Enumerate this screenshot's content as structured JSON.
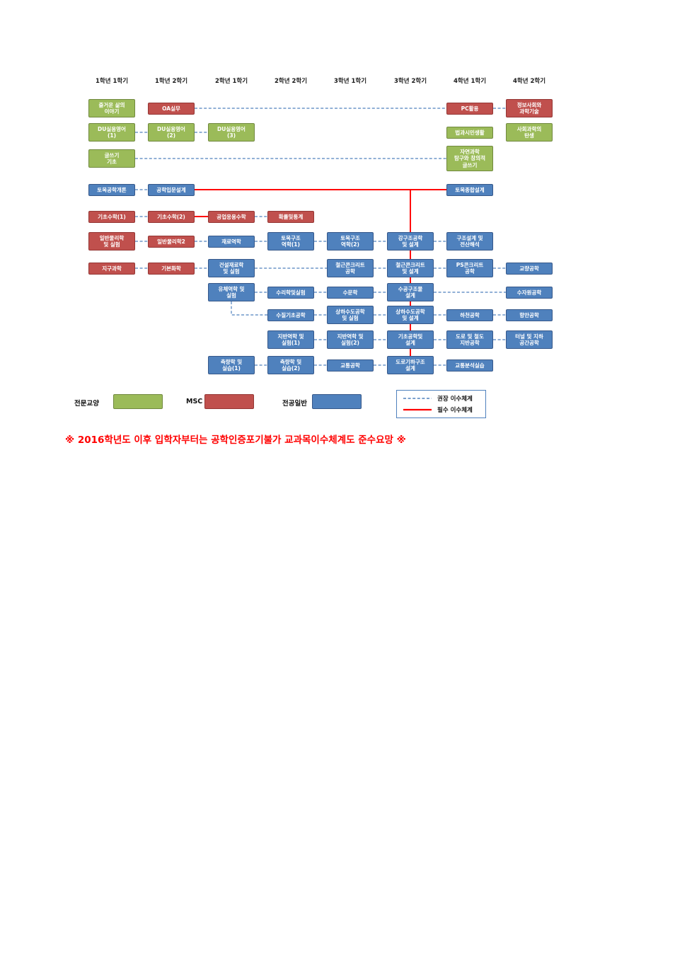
{
  "note": "※ 2016학년도 이후 입학자부터는 공학인증포기불가 교과목이수체계도 준수요망 ※",
  "colors": {
    "recommended_line": "#4f81bd",
    "required_line": "#ff0000",
    "types": {
      "green": {
        "fill": "#9bbb59",
        "border": "#71893f"
      },
      "red": {
        "fill": "#c0504d",
        "border": "#943634"
      },
      "blue": {
        "fill": "#4f81bd",
        "border": "#36588a"
      }
    }
  },
  "diagram": {
    "headers": [
      "1학년 1학기",
      "1학년 2학기",
      "2학년 1학기",
      "2학년 2학기",
      "3학년 1학기",
      "3학년 2학기",
      "4학년 1학기",
      "4학년 2학기"
    ],
    "courses": [
      {
        "id": "c-joyful",
        "label": "즐거운 삶의\n이야기",
        "type": "green",
        "col": 0,
        "row": 1
      },
      {
        "id": "c-oa",
        "label": "OA실무",
        "type": "red",
        "col": 1,
        "row": 1
      },
      {
        "id": "c-pc",
        "label": "PC활용",
        "type": "red",
        "col": 6,
        "row": 1
      },
      {
        "id": "c-infosoc",
        "label": "정보사회와\n과학기술",
        "type": "red",
        "col": 7,
        "row": 1
      },
      {
        "id": "c-eng1",
        "label": "DU실용영어\n(1)",
        "type": "green",
        "col": 0,
        "row": 2
      },
      {
        "id": "c-eng2",
        "label": "DU실용영어\n(2)",
        "type": "green",
        "col": 1,
        "row": 2
      },
      {
        "id": "c-eng3",
        "label": "DU실용영어\n(3)",
        "type": "green",
        "col": 2,
        "row": 2
      },
      {
        "id": "c-law",
        "label": "법과시민생활",
        "type": "green",
        "col": 6,
        "row": 2
      },
      {
        "id": "c-socsci",
        "label": "사회과학의\n탄생",
        "type": "green",
        "col": 7,
        "row": 2
      },
      {
        "id": "c-writing",
        "label": "글쓰기\n기초",
        "type": "green",
        "col": 0,
        "row": 3
      },
      {
        "id": "c-sciwriting",
        "label": "자연과학\n탐구와 창의적\n글쓰기",
        "type": "green",
        "col": 6,
        "row": 3
      },
      {
        "id": "c-intro",
        "label": "토목공학개론",
        "type": "blue",
        "col": 0,
        "row": 4
      },
      {
        "id": "c-engdesign",
        "label": "공학입문설계",
        "type": "blue",
        "col": 1,
        "row": 4
      },
      {
        "id": "c-capstone",
        "label": "토목종합설계",
        "type": "blue",
        "col": 6,
        "row": 4
      },
      {
        "id": "c-math1",
        "label": "기초수학(1)",
        "type": "red",
        "col": 0,
        "row": 5
      },
      {
        "id": "c-math2",
        "label": "기초수학(2)",
        "type": "red",
        "col": 1,
        "row": 5
      },
      {
        "id": "c-engmath",
        "label": "공업응용수학",
        "type": "red",
        "col": 2,
        "row": 5
      },
      {
        "id": "c-stats",
        "label": "확률및통계",
        "type": "red",
        "col": 3,
        "row": 5
      },
      {
        "id": "c-phys1",
        "label": "일반물리학\n및 실험",
        "type": "red",
        "col": 0,
        "row": 6
      },
      {
        "id": "c-phys2",
        "label": "일반물리학2",
        "type": "red",
        "col": 1,
        "row": 6
      },
      {
        "id": "c-mechmat",
        "label": "재료역학",
        "type": "blue",
        "col": 2,
        "row": 6
      },
      {
        "id": "c-struct1",
        "label": "토목구조\n역학(1)",
        "type": "blue",
        "col": 3,
        "row": 6
      },
      {
        "id": "c-struct2",
        "label": "토목구조\n역학(2)",
        "type": "blue",
        "col": 4,
        "row": 6
      },
      {
        "id": "c-steel",
        "label": "강구조공학\n및 설계",
        "type": "blue",
        "col": 5,
        "row": 6
      },
      {
        "id": "c-structdesign",
        "label": "구조설계 및\n전산해석",
        "type": "blue",
        "col": 6,
        "row": 6
      },
      {
        "id": "c-earth",
        "label": "지구과학",
        "type": "red",
        "col": 0,
        "row": 7
      },
      {
        "id": "c-chem",
        "label": "기본화학",
        "type": "red",
        "col": 1,
        "row": 7
      },
      {
        "id": "c-conmat",
        "label": "건설재료학\n및 실험",
        "type": "blue",
        "col": 2,
        "row": 7
      },
      {
        "id": "c-rc",
        "label": "철근콘크리트\n공학",
        "type": "blue",
        "col": 4,
        "row": 7
      },
      {
        "id": "c-rcdesign",
        "label": "철근콘크리트\n및 설계",
        "type": "blue",
        "col": 5,
        "row": 7
      },
      {
        "id": "c-ps",
        "label": "PS콘크리트\n공학",
        "type": "blue",
        "col": 6,
        "row": 7
      },
      {
        "id": "c-bridge",
        "label": "교량공학",
        "type": "blue",
        "col": 7,
        "row": 7
      },
      {
        "id": "c-fluid",
        "label": "유체역학 및\n실험",
        "type": "blue",
        "col": 2,
        "row": 8
      },
      {
        "id": "c-hydraulics",
        "label": "수리학및실험",
        "type": "blue",
        "col": 3,
        "row": 8
      },
      {
        "id": "c-hydrology",
        "label": "수문학",
        "type": "blue",
        "col": 4,
        "row": 8
      },
      {
        "id": "c-hydrodesign",
        "label": "수공구조물\n설계",
        "type": "blue",
        "col": 5,
        "row": 8
      },
      {
        "id": "c-waterres",
        "label": "수자원공학",
        "type": "blue",
        "col": 7,
        "row": 8
      },
      {
        "id": "c-waterquality",
        "label": "수질기초공학",
        "type": "blue",
        "col": 3,
        "row": 9
      },
      {
        "id": "c-sewer1",
        "label": "상하수도공학\n및 실험",
        "type": "blue",
        "col": 4,
        "row": 9
      },
      {
        "id": "c-sewer2",
        "label": "상하수도공학\n및 설계",
        "type": "blue",
        "col": 5,
        "row": 9
      },
      {
        "id": "c-river",
        "label": "하천공학",
        "type": "blue",
        "col": 6,
        "row": 9
      },
      {
        "id": "c-harbor",
        "label": "항만공학",
        "type": "blue",
        "col": 7,
        "row": 9
      },
      {
        "id": "c-soil1",
        "label": "지반역학 및\n실험(1)",
        "type": "blue",
        "col": 3,
        "row": 10
      },
      {
        "id": "c-soil2",
        "label": "지반역학 및\n실험(2)",
        "type": "blue",
        "col": 4,
        "row": 10
      },
      {
        "id": "c-foundation",
        "label": "기초공학및\n설계",
        "type": "blue",
        "col": 5,
        "row": 10
      },
      {
        "id": "c-roadrail",
        "label": "도로 및 철도\n지반공학",
        "type": "blue",
        "col": 6,
        "row": 10
      },
      {
        "id": "c-tunnel",
        "label": "터널 및 지하\n공간공학",
        "type": "blue",
        "col": 7,
        "row": 10
      },
      {
        "id": "c-survey1",
        "label": "측량학 및\n실습(1)",
        "type": "blue",
        "col": 2,
        "row": 11
      },
      {
        "id": "c-survey2",
        "label": "측량학 및\n실습(2)",
        "type": "blue",
        "col": 3,
        "row": 11
      },
      {
        "id": "c-traffic",
        "label": "교통공학",
        "type": "blue",
        "col": 4,
        "row": 11
      },
      {
        "id": "c-roadgeom",
        "label": "도로기하구조\n설계",
        "type": "blue",
        "col": 5,
        "row": 11
      },
      {
        "id": "c-trafficlab",
        "label": "교통분석실습",
        "type": "blue",
        "col": 6,
        "row": 11
      }
    ],
    "connections": [
      {
        "from": "c-oa",
        "to": "c-pc",
        "type": "recommended"
      },
      {
        "from": "c-pc",
        "to": "c-infosoc",
        "type": "recommended"
      },
      {
        "from": "c-eng1",
        "to": "c-eng2",
        "type": "recommended"
      },
      {
        "from": "c-eng2",
        "to": "c-eng3",
        "type": "recommended"
      },
      {
        "from": "c-writing",
        "to": "c-sciwriting",
        "type": "recommended"
      },
      {
        "from": "c-intro",
        "to": "c-engdesign",
        "type": "recommended"
      },
      {
        "from": "c-engdesign",
        "to": "c-capstone",
        "type": "required"
      },
      {
        "from": "c-engdesign",
        "to": "c-roadgeom",
        "type": "required",
        "shape": "hv"
      },
      {
        "from": "c-math1",
        "to": "c-math2",
        "type": "recommended"
      },
      {
        "from": "c-math2",
        "to": "c-engmath",
        "type": "required"
      },
      {
        "from": "c-engmath",
        "to": "c-stats",
        "type": "recommended"
      },
      {
        "from": "c-phys1",
        "to": "c-phys2",
        "type": "recommended"
      },
      {
        "from": "c-phys2",
        "to": "c-mechmat",
        "type": "recommended"
      },
      {
        "from": "c-mechmat",
        "to": "c-struct1",
        "type": "recommended"
      },
      {
        "from": "c-struct1",
        "to": "c-struct2",
        "type": "recommended"
      },
      {
        "from": "c-struct2",
        "to": "c-steel",
        "type": "recommended"
      },
      {
        "from": "c-steel",
        "to": "c-structdesign",
        "type": "recommended"
      },
      {
        "from": "c-earth",
        "to": "c-chem",
        "type": "recommended"
      },
      {
        "from": "c-chem",
        "to": "c-conmat",
        "type": "recommended"
      },
      {
        "from": "c-conmat",
        "to": "c-rc",
        "type": "recommended"
      },
      {
        "from": "c-rc",
        "to": "c-rcdesign",
        "type": "recommended"
      },
      {
        "from": "c-rcdesign",
        "to": "c-ps",
        "type": "recommended"
      },
      {
        "from": "c-ps",
        "to": "c-bridge",
        "type": "recommended"
      },
      {
        "from": "c-fluid",
        "to": "c-hydraulics",
        "type": "recommended"
      },
      {
        "from": "c-hydraulics",
        "to": "c-hydrology",
        "type": "recommended"
      },
      {
        "from": "c-hydrology",
        "to": "c-hydrodesign",
        "type": "recommended"
      },
      {
        "from": "c-hydrodesign",
        "to": "c-waterres",
        "type": "recommended"
      },
      {
        "from": "c-fluid",
        "to": "c-waterquality",
        "type": "recommended",
        "shape": "vh"
      },
      {
        "from": "c-waterquality",
        "to": "c-sewer1",
        "type": "recommended"
      },
      {
        "from": "c-sewer1",
        "to": "c-sewer2",
        "type": "recommended"
      },
      {
        "from": "c-sewer2",
        "to": "c-river",
        "type": "recommended"
      },
      {
        "from": "c-river",
        "to": "c-harbor",
        "type": "recommended"
      },
      {
        "from": "c-soil1",
        "to": "c-soil2",
        "type": "recommended"
      },
      {
        "from": "c-soil2",
        "to": "c-foundation",
        "type": "recommended"
      },
      {
        "from": "c-foundation",
        "to": "c-roadrail",
        "type": "recommended"
      },
      {
        "from": "c-roadrail",
        "to": "c-tunnel",
        "type": "recommended"
      },
      {
        "from": "c-survey1",
        "to": "c-survey2",
        "type": "recommended"
      },
      {
        "from": "c-survey2",
        "to": "c-traffic",
        "type": "recommended"
      },
      {
        "from": "c-traffic",
        "to": "c-roadgeom",
        "type": "recommended"
      },
      {
        "from": "c-roadgeom",
        "to": "c-trafficlab",
        "type": "recommended"
      }
    ],
    "legend": {
      "categories": [
        {
          "label": "전문교양",
          "type": "green"
        },
        {
          "label": "MSC",
          "type": "red"
        },
        {
          "label": "전공일반",
          "type": "blue"
        }
      ],
      "lines": [
        {
          "label": "권장 이수체계",
          "style": "dashed"
        },
        {
          "label": "필수 이수체계",
          "style": "solid-red"
        }
      ]
    }
  }
}
